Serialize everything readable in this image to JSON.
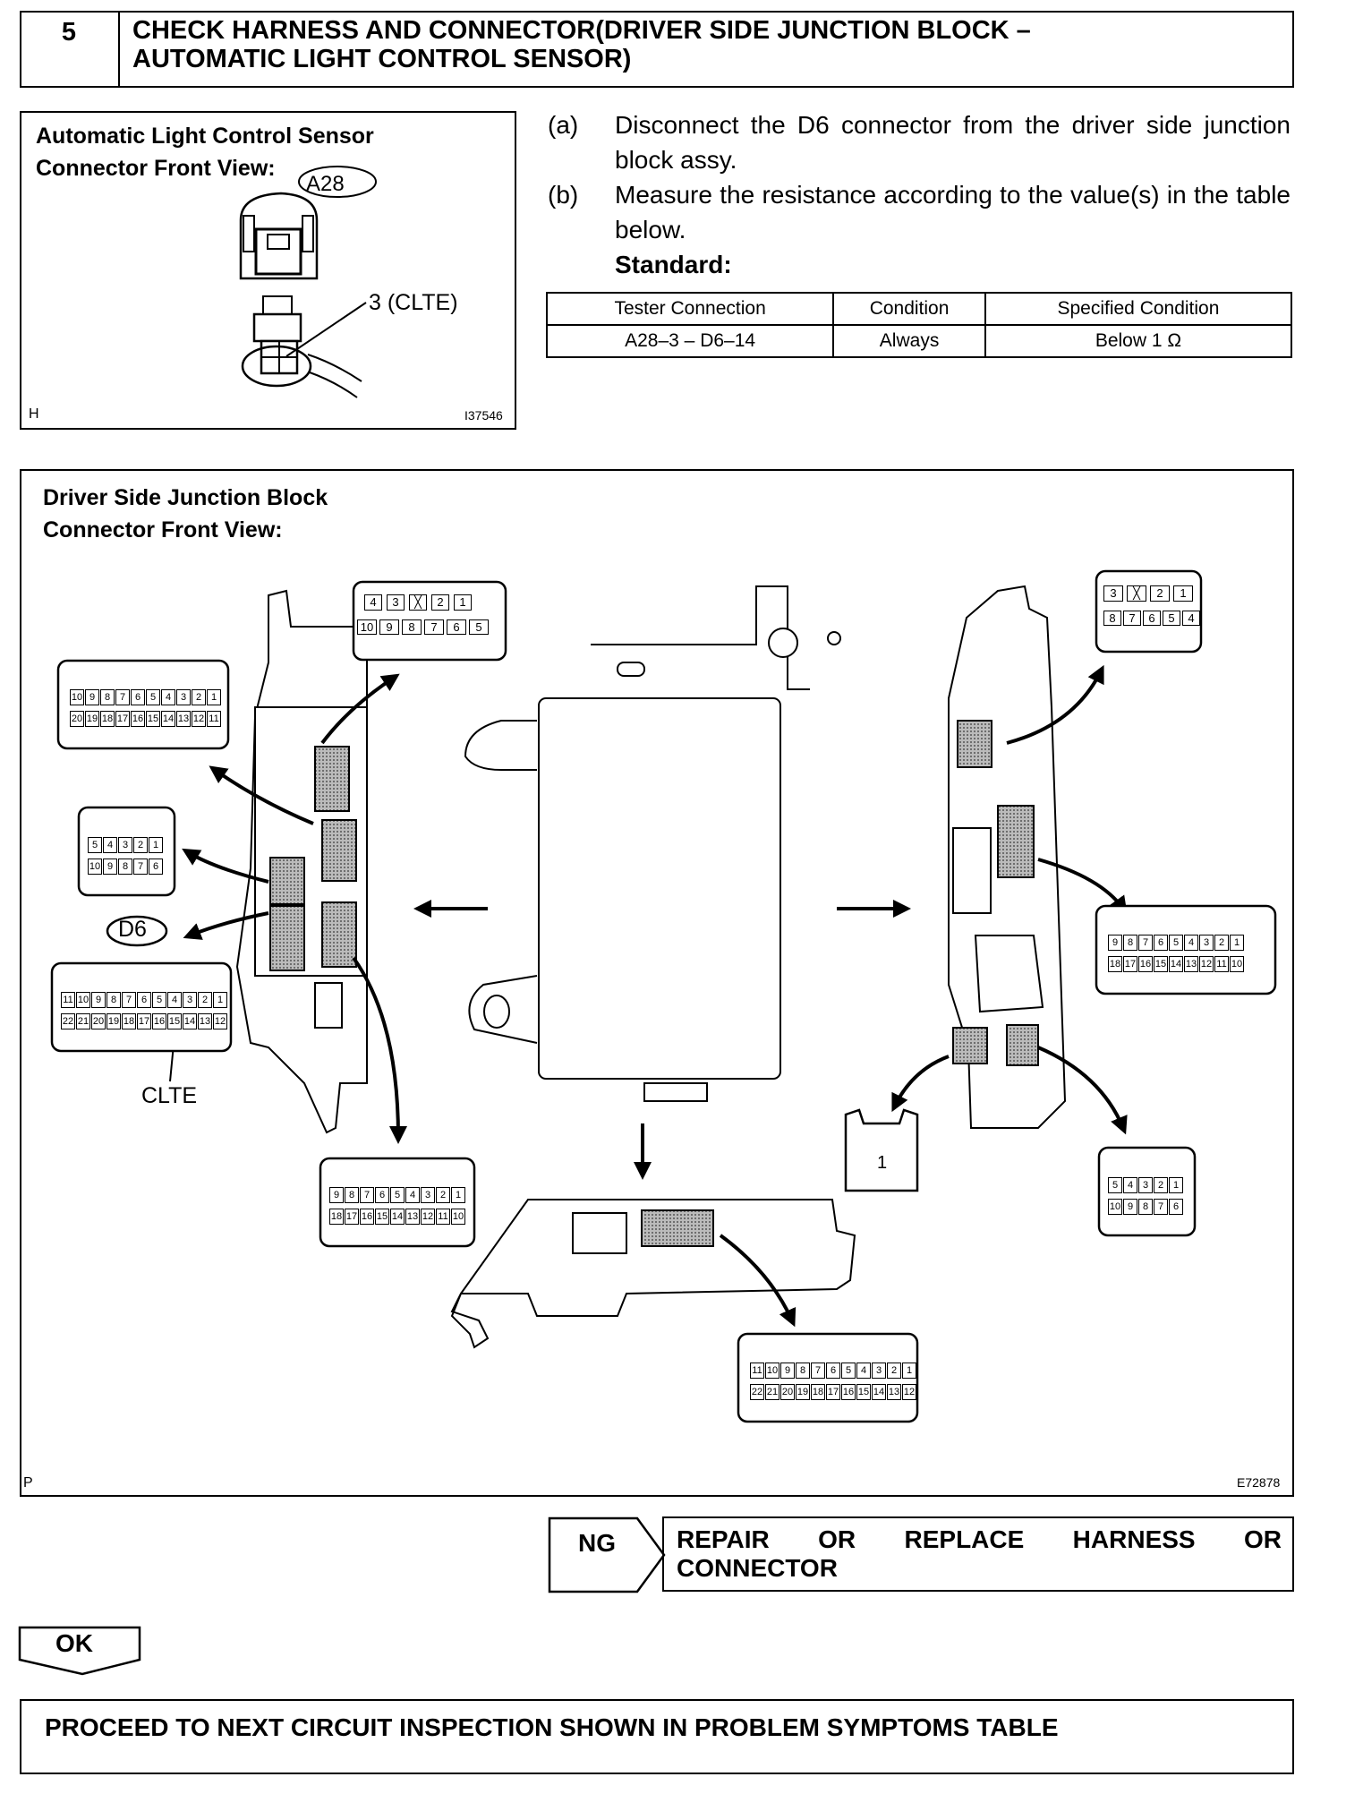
{
  "header": {
    "step_number": "5",
    "title_line1": "CHECK HARNESS AND CONNECTOR(DRIVER SIDE JUNCTION BLOCK –",
    "title_line2": "AUTOMATIC LIGHT CONTROL SENSOR)"
  },
  "sensor_figure": {
    "caption_line1": "Automatic Light Control Sensor",
    "caption_line2": "Connector Front View:",
    "connector_id": "A28",
    "pin_callout": "3 (CLTE)",
    "corner_letter": "H",
    "figure_code": "I37546"
  },
  "instructions": [
    {
      "label": "(a)",
      "text": "Disconnect the D6 connector from the driver side junction block assy."
    },
    {
      "label": "(b)",
      "text": "Measure the resistance according to the value(s) in the table below."
    }
  ],
  "standard_label": "Standard:",
  "spec_table": {
    "headers": [
      "Tester Connection",
      "Condition",
      "Specified Condition"
    ],
    "rows": [
      [
        "A28–3 – D6–14",
        "Always",
        "Below 1 Ω"
      ]
    ]
  },
  "junction_figure": {
    "caption_line1": "Driver Side Junction Block",
    "caption_line2": "Connector Front View:",
    "d6_label": "D6",
    "clte_label": "CLTE",
    "corner_letter": "P",
    "figure_code": "E72878",
    "connectors": {
      "c10_top": {
        "row1": [
          "4",
          "3",
          "",
          "2",
          "1"
        ],
        "row2": [
          "10",
          "9",
          "8",
          "7",
          "6",
          "5"
        ]
      },
      "c20_left": {
        "row1": [
          "10",
          "9",
          "8",
          "7",
          "6",
          "5",
          "4",
          "3",
          "2",
          "1"
        ],
        "row2": [
          "20",
          "19",
          "18",
          "17",
          "16",
          "15",
          "14",
          "13",
          "12",
          "11"
        ]
      },
      "c10_left": {
        "row1": [
          "5",
          "4",
          "3",
          "2",
          "1"
        ],
        "row2": [
          "10",
          "9",
          "8",
          "7",
          "6"
        ]
      },
      "c22_d6": {
        "row1": [
          "11",
          "10",
          "9",
          "8",
          "7",
          "6",
          "5",
          "4",
          "3",
          "2",
          "1"
        ],
        "row2": [
          "22",
          "21",
          "20",
          "19",
          "18",
          "17",
          "16",
          "15",
          "14",
          "13",
          "12"
        ]
      },
      "c18_bottom": {
        "row1": [
          "9",
          "8",
          "7",
          "6",
          "5",
          "4",
          "3",
          "2",
          "1"
        ],
        "row2": [
          "18",
          "17",
          "16",
          "15",
          "14",
          "13",
          "12",
          "11",
          "10"
        ]
      },
      "c22_bottom": {
        "row1": [
          "11",
          "10",
          "9",
          "8",
          "7",
          "6",
          "5",
          "4",
          "3",
          "2",
          "1"
        ],
        "row2": [
          "22",
          "21",
          "20",
          "19",
          "18",
          "17",
          "16",
          "15",
          "14",
          "13",
          "12"
        ]
      },
      "c8_right": {
        "row1": [
          "3",
          "",
          "2",
          "1"
        ],
        "row2": [
          "8",
          "7",
          "6",
          "5",
          "4"
        ]
      },
      "c18_right": {
        "row1": [
          "9",
          "8",
          "7",
          "6",
          "5",
          "4",
          "3",
          "2",
          "1"
        ],
        "row2": [
          "18",
          "17",
          "16",
          "15",
          "14",
          "13",
          "12",
          "11",
          "10"
        ]
      },
      "c1_right": {
        "pin": "1"
      },
      "c10_right": {
        "row1": [
          "5",
          "4",
          "3",
          "2",
          "1"
        ],
        "row2": [
          "10",
          "9",
          "8",
          "7",
          "6"
        ]
      }
    }
  },
  "ng": {
    "label": "NG",
    "text": "REPAIR OR REPLACE HARNESS OR CONNECTOR"
  },
  "ok": {
    "label": "OK"
  },
  "proceed_text": "PROCEED TO NEXT CIRCUIT INSPECTION SHOWN IN PROBLEM SYMPTOMS TABLE"
}
